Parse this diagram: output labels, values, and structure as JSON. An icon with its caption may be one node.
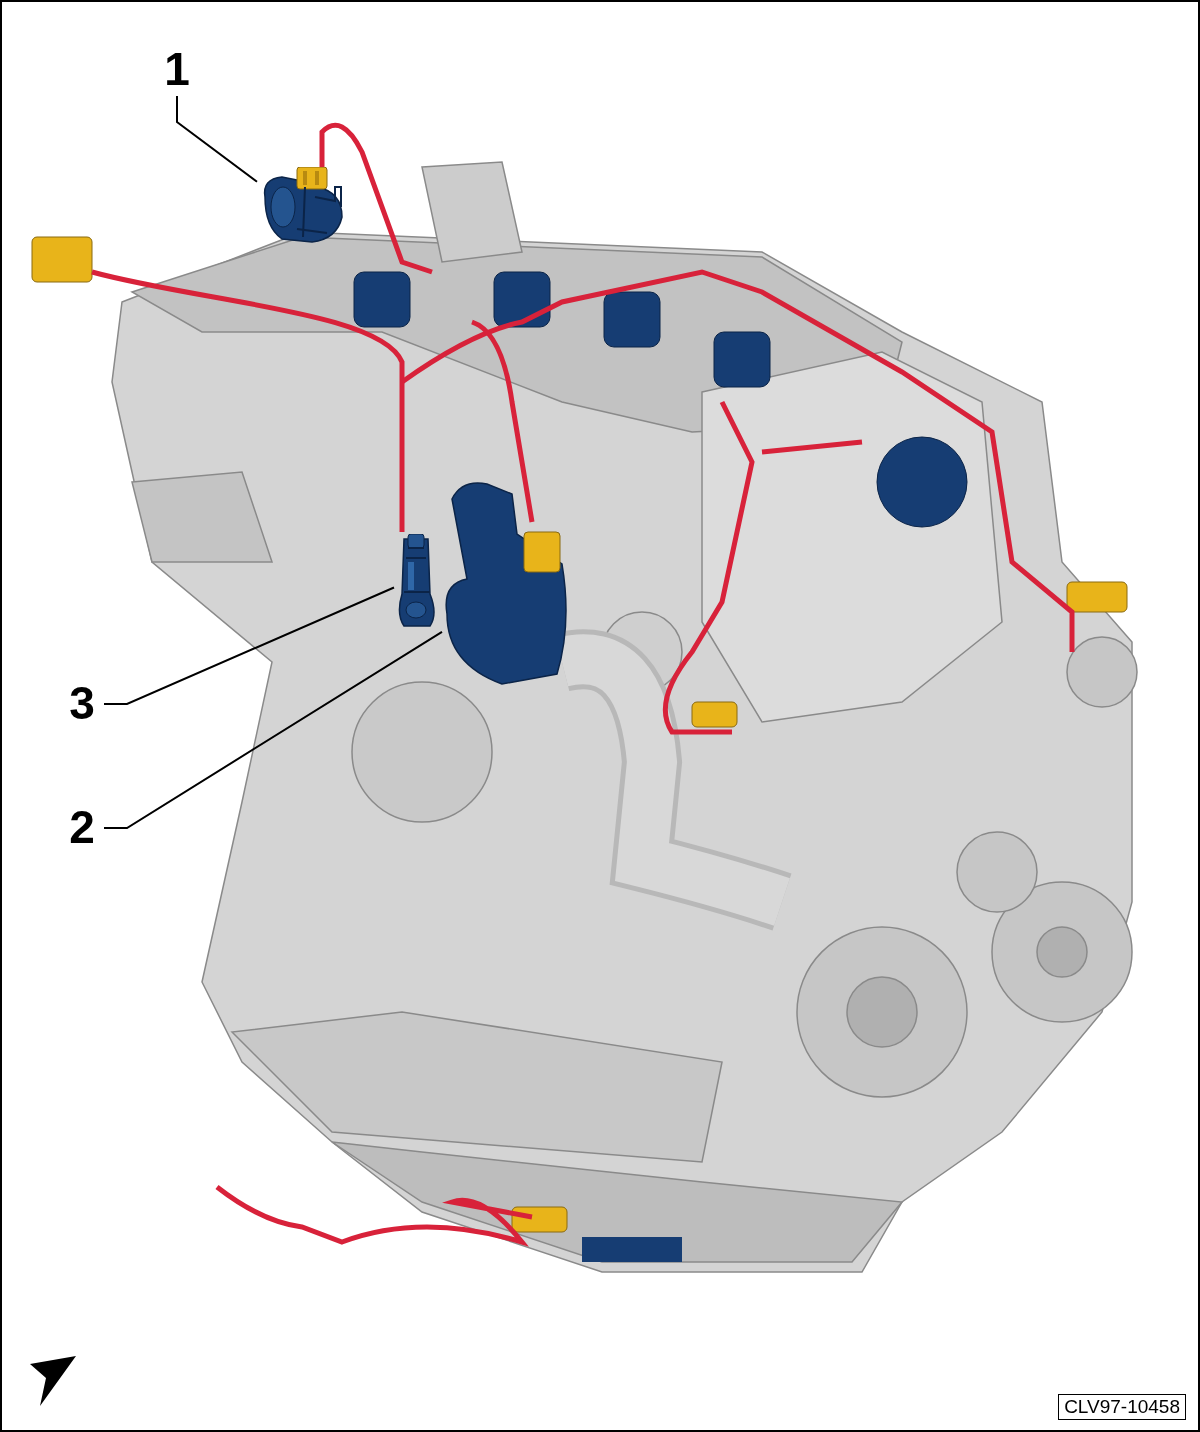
{
  "diagram": {
    "nodes": [
      {
        "text": [
          "1"
        ]
      },
      {
        "text": [],
        "shape": "picture"
      },
      {
        "text": [
          "3"
        ]
      },
      {
        "text": [],
        "shape": "picture"
      },
      {
        "text": [
          "2"
        ]
      },
      {
        "text": [],
        "shape": "picture"
      }
    ],
    "edges": [
      {
        "from": 0,
        "to": 1,
        "arrow": "none"
      },
      {
        "from": 2,
        "to": 3,
        "arrow": "none"
      },
      {
        "from": 4,
        "to": 5,
        "arrow": "none"
      }
    ],
    "labels": [
      "CLV97-10458"
    ]
  }
}
